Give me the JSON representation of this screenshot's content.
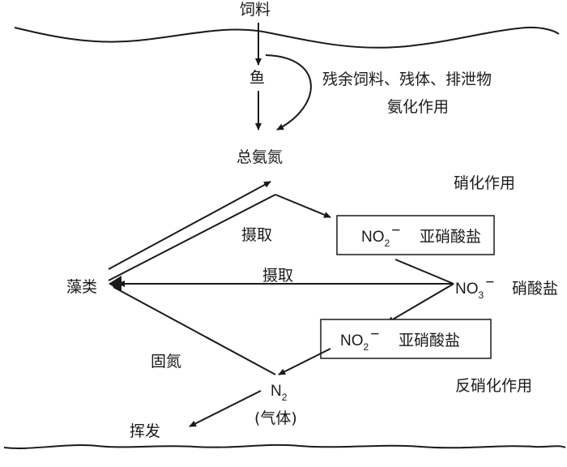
{
  "labels": {
    "feed": "饲料",
    "fish": "鱼",
    "residue": "残余饲料、残体、排泄物",
    "ammonification": "氨化作用",
    "total_ammonia": "总氨氮",
    "nitrification": "硝化作用",
    "uptake_1": "摄取",
    "uptake_2": "摄取",
    "algae": "藻类",
    "nitrite_name_1": "亚硝酸盐",
    "nitrate_name": "硝酸盐",
    "nitrite_name_2": "亚硝酸盐",
    "nitrogen_fixation": "固氮",
    "denitrification": "反硝化作用",
    "volatilization": "挥发",
    "gas": "(气体)"
  },
  "formulas": {
    "no2_1": {
      "base": "NO",
      "sub": "2",
      "sup": "−"
    },
    "no3": {
      "base": "NO",
      "sub": "3",
      "sup": "−"
    },
    "no2_2": {
      "base": "NO",
      "sub": "2",
      "sup": "−"
    },
    "n2": {
      "base": "N",
      "sub": "2"
    }
  }
}
